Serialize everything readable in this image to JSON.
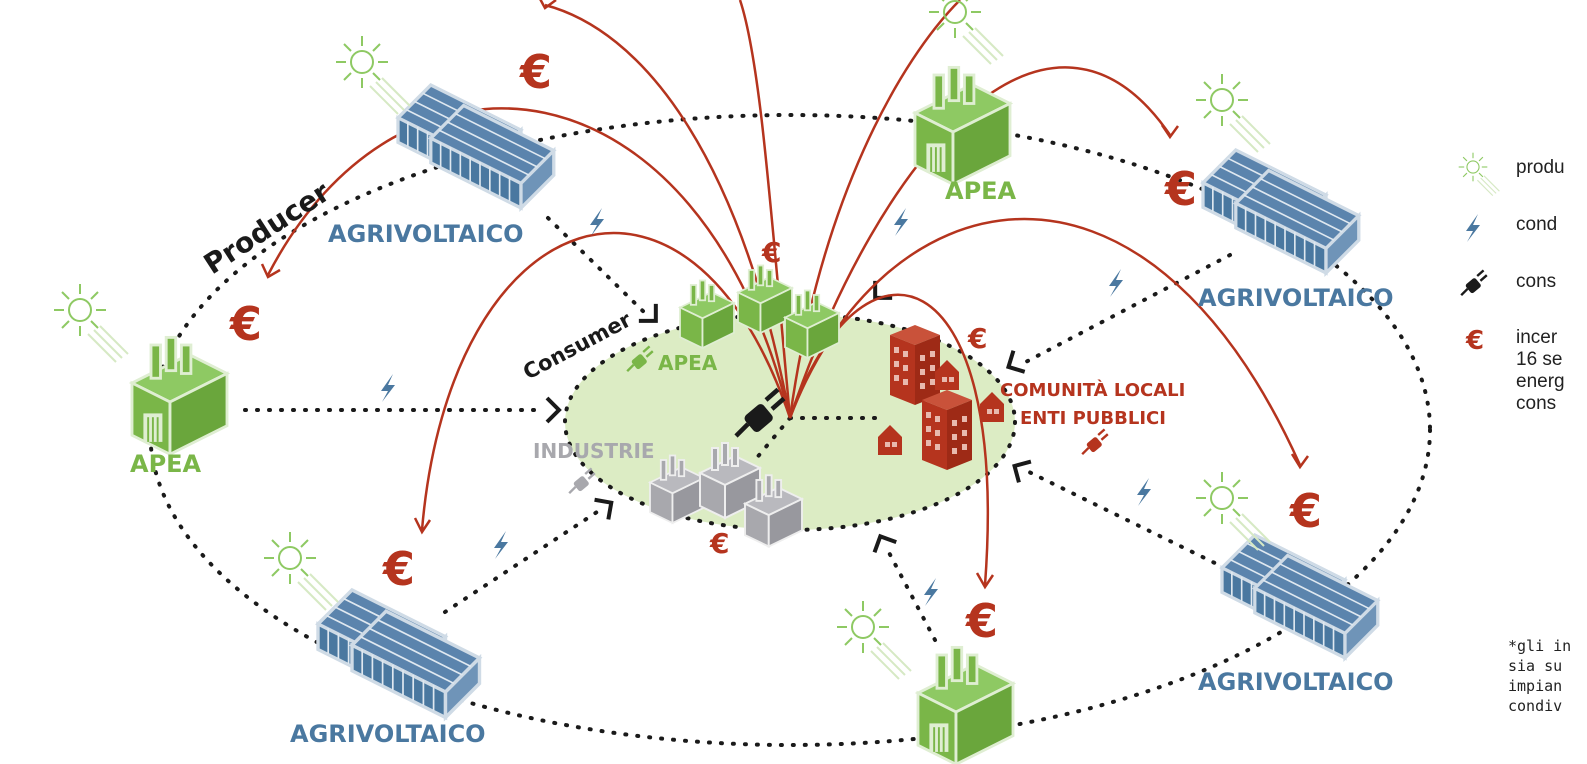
{
  "labels": {
    "producer": "Producer",
    "consumer": "Consumer",
    "agri_top": "AGRIVOLTAICO",
    "agri_right": "AGRIVOLTAICO",
    "agri_bottom_right": "AGRIVOLTAICO",
    "agri_bottom_left": "AGRIVOLTAICO",
    "apea_top": "APEA",
    "apea_left": "APEA",
    "apea_center": "APEA",
    "industrie": "INDUSTRIE",
    "comunita_line1": "COMUNITÀ LOCALI",
    "comunita_line2": "ENTI PUBBLICI"
  },
  "euro_symbol": "€",
  "legend": {
    "items": [
      {
        "icon": "sun-icon",
        "text": "produ"
      },
      {
        "icon": "lightning-icon",
        "text": "cond"
      },
      {
        "icon": "plug-icon",
        "text": "cons"
      },
      {
        "icon": "euro-icon",
        "text": "incer\n16 se\nenerg\ncons"
      }
    ]
  },
  "footnote": "*gli in\nsia su\nimpian\ncondiv",
  "colors": {
    "green": "#7ab648",
    "blue": "#4a78a0",
    "red": "#b5341e",
    "grey": "#a8a8ad",
    "ellipse_fill": "#dcecc4",
    "dark": "#1a1a1a"
  }
}
